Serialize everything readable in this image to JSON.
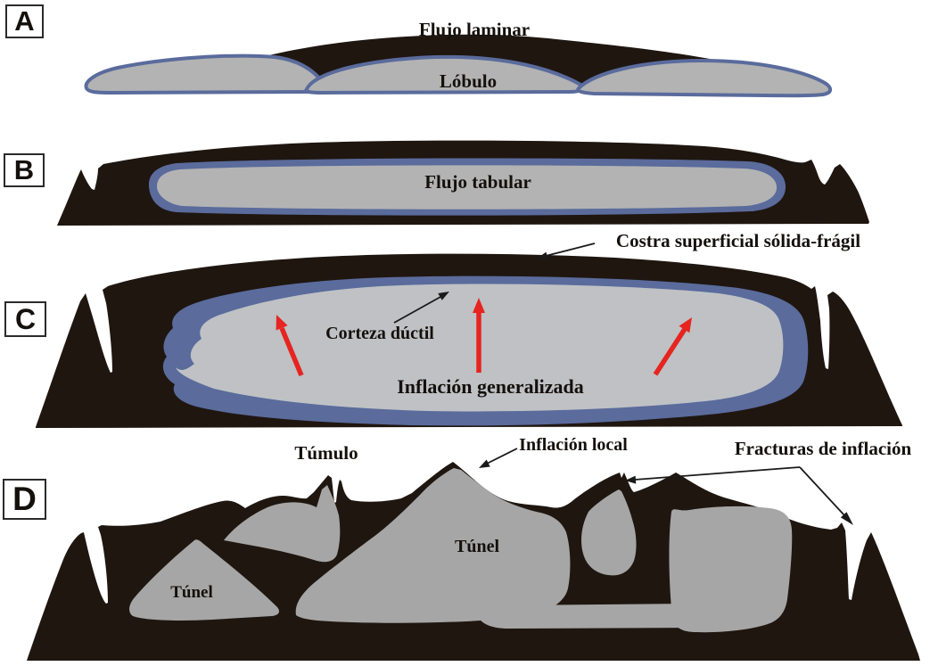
{
  "figure": {
    "background": "#ffffff",
    "colors": {
      "flow_body": "#1f1610",
      "lobe_fill_ab": "#b3b3b3",
      "core_fill_c": "#bfc1c4",
      "tunnel_fill_d": "#a6a6a6",
      "crust_blue": "#5a6b9c",
      "arrow_red": "#e62420",
      "leader_black": "#1a1a1a",
      "text": "#14100c"
    },
    "panels": {
      "a": {
        "letter": "A",
        "flow_label": "Flujo laminar",
        "lobe_label": "Lóbulo"
      },
      "b": {
        "letter": "B",
        "flow_label": "Flujo tabular"
      },
      "c": {
        "letter": "C",
        "crust_label": "Costra superficial sólida-frágil",
        "ductile_crust_label": "Corteza dúctil",
        "general_inflation_label": "Inflación generalizada"
      },
      "d": {
        "letter": "D",
        "tumulus_label": "Túmulo",
        "local_inflation_label": "Inflación local",
        "inflation_fractures_label": "Fracturas de inflación",
        "tunnel_label_left": "Túnel",
        "tunnel_label_center": "Túnel"
      }
    }
  }
}
